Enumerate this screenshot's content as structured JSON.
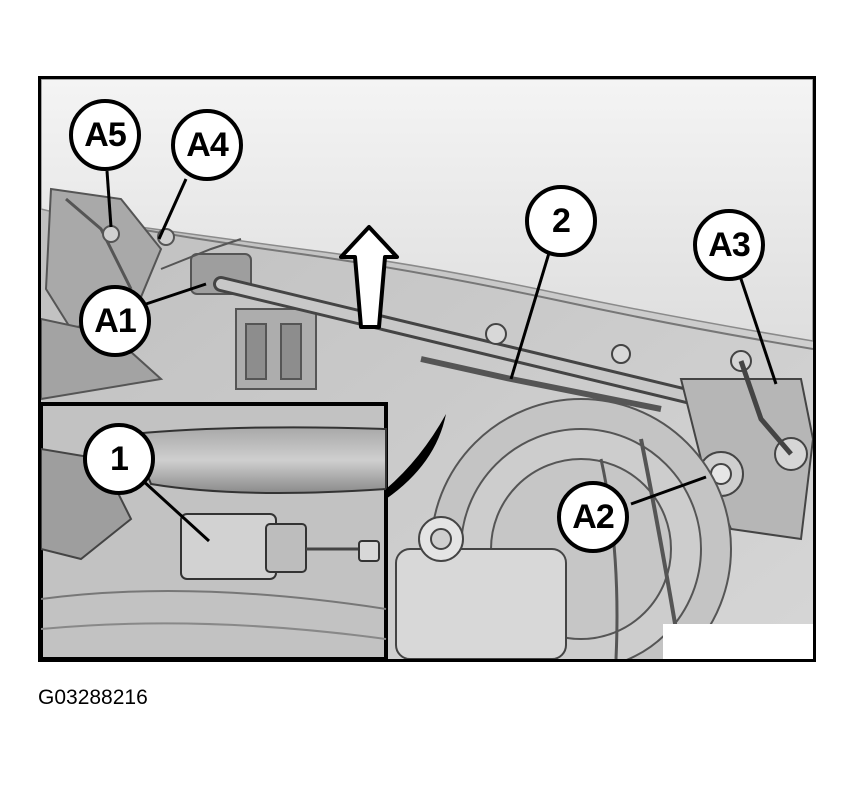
{
  "figure": {
    "callouts": [
      {
        "id": "A5",
        "label": "A5"
      },
      {
        "id": "A4",
        "label": "A4"
      },
      {
        "id": "A1",
        "label": "A1"
      },
      {
        "id": "2",
        "label": "2"
      },
      {
        "id": "A3",
        "label": "A3"
      },
      {
        "id": "1",
        "label": "1"
      },
      {
        "id": "A2",
        "label": "A2"
      }
    ],
    "code": "G03288216"
  }
}
